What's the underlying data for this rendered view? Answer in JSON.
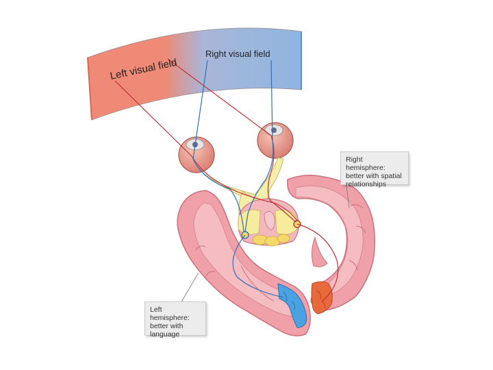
{
  "visual_field": {
    "left_label": "Left visual field",
    "right_label": "Right visual field",
    "left_color": "#ee8a75",
    "right_color": "#8fb5e0"
  },
  "callouts": {
    "right_hemisphere": {
      "lines": [
        "Right hemisphere:",
        "better with spatial",
        "relationships"
      ]
    },
    "left_hemisphere": {
      "lines": [
        "Left hemisphere:",
        "better with",
        "language"
      ]
    }
  },
  "colors": {
    "brain_fill": "#f0a0a8",
    "brain_outline": "#c97078",
    "optic_pathway": "#f5eeaa",
    "left_field_pathway": "#c0303a",
    "right_field_pathway": "#2f6fb5",
    "left_visual_cortex": "#4aa3e0",
    "right_visual_cortex": "#e86a3a"
  }
}
